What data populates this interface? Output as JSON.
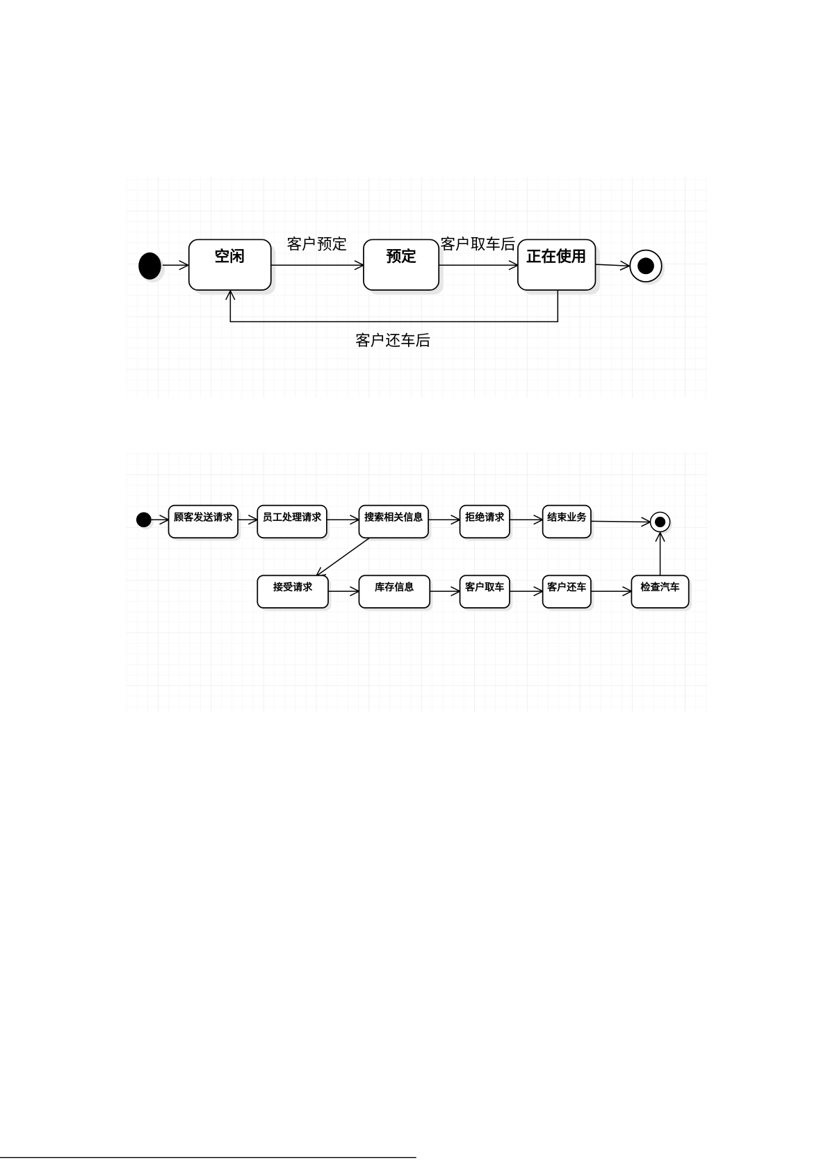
{
  "diagram1": {
    "states": [
      "空闲",
      "预定",
      "正在使用"
    ],
    "transitions": [
      "客户预定",
      "客户取车后",
      "客户还车后"
    ]
  },
  "diagram2": {
    "row1": [
      "顾客发送请求",
      "员工处理请求",
      "搜索相关信息",
      "拒绝请求",
      "结束业务"
    ],
    "row2": [
      "接受请求",
      "库存信息",
      "客户取车",
      "客户还车",
      "检查汽车"
    ]
  },
  "colors": {
    "grid": "#eeeeee",
    "line": "#000000",
    "shadow": "#e6e6e6"
  }
}
